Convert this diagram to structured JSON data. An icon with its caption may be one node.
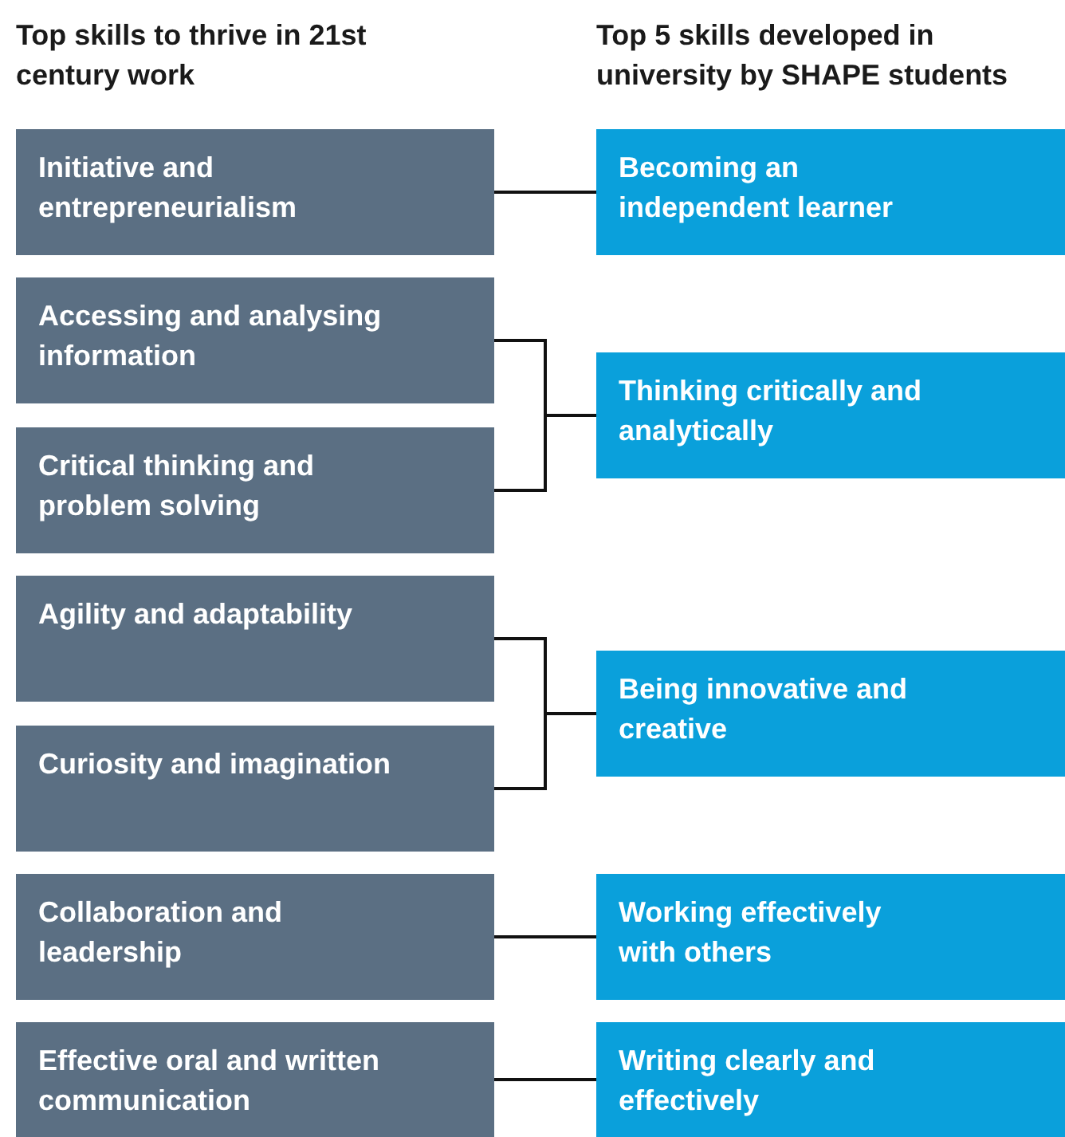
{
  "diagram": {
    "nodes": [
      {
        "text": [
          "Initiative and entrepreneurialism"
        ]
      },
      {
        "text": [
          "Accessing and analysing information"
        ]
      },
      {
        "text": [
          "Critical thinking and problem solving"
        ]
      },
      {
        "text": [
          "Agility and adaptability"
        ]
      },
      {
        "text": [
          "Curiosity and imagination"
        ]
      },
      {
        "text": [
          "Collaboration and leadership"
        ]
      },
      {
        "text": [
          "Effective oral and written communication"
        ]
      },
      {
        "text": [
          "Becoming an independent learner"
        ]
      },
      {
        "text": [
          "Thinking critically and analytically"
        ]
      },
      {
        "text": [
          "Being innovative and creative"
        ]
      },
      {
        "text": [
          "Working effectively with others"
        ]
      },
      {
        "text": [
          "Writing clearly and effectively"
        ]
      }
    ],
    "edges": [
      {
        "from": 0,
        "to": 7,
        "arrow": "none"
      },
      {
        "from": 1,
        "to": 8,
        "arrow": "none"
      },
      {
        "from": 2,
        "to": 8,
        "arrow": "none"
      },
      {
        "from": 3,
        "to": 9,
        "arrow": "none"
      },
      {
        "from": 4,
        "to": 9,
        "arrow": "none"
      },
      {
        "from": 5,
        "to": 10,
        "arrow": "none"
      },
      {
        "from": 6,
        "to": 11,
        "arrow": "none"
      }
    ],
    "labels": [
      "Top skills to thrive in 21st century work",
      "Top 5 skills developed in university by SHAPE students"
    ]
  }
}
